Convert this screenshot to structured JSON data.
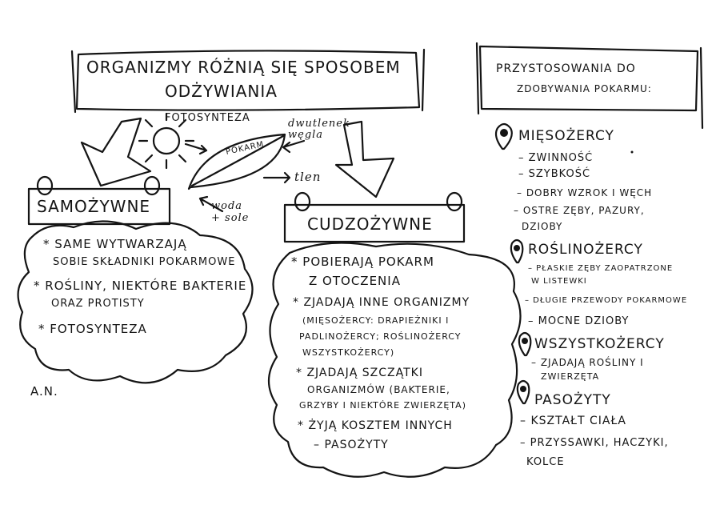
{
  "title_banner": {
    "line1": "ORGANIZMY RÓŻNIĄ SIĘ SPOSOBEM",
    "line2": "ODŻYWIANIA"
  },
  "leaf_area": {
    "photosynthesis": "FOTOSYNTEZA",
    "carbon": "dwutlenek węgla",
    "leaf_label": "POKARM",
    "oxygen": "tlen",
    "water": "woda + sole"
  },
  "autotrophs": {
    "title": "SAMOŻYWNE",
    "items": [
      "* SAME WYTWARZAJĄ",
      "SOBIE SKŁADNIKI POKARMOWE",
      "* ROŚLINY, NIEKTÓRE BAKTERIE",
      "ORAZ PROTISTY",
      "* FOTOSYNTEZA"
    ]
  },
  "heterotrophs": {
    "title": "CUDZOŻYWNE",
    "items": [
      "* POBIERAJĄ POKARM",
      "Z OTOCZENIA",
      "* ZJADAJĄ INNE ORGANIZMY",
      "(MIĘSOŻERCY: DRAPIEŻNIKI I",
      "PADLINOŻERCY; ROŚLINOŻERCY",
      "WSZYSTKOŻERCY)",
      "* ZJADAJĄ SZCZĄTKI",
      "ORGANIZMÓW (BAKTERIE,",
      "GRZYBY I NIEKTÓRE ZWIERZĘTA)",
      "* ŻYJĄ KOSZTEM INNYCH",
      "– PASOŻYTY"
    ]
  },
  "adaptations": {
    "title_line1": "PRZYSTOSOWANIA DO",
    "title_line2": "ZDOBYWANIA POKARMU:",
    "groups": [
      {
        "name": "MIĘSOŻERCY",
        "items": [
          "– ZWINNOŚĆ",
          "– SZYBKOŚĆ",
          "– DOBRY WZROK I WĘCH",
          "– OSTRE ZĘBY, PAZURY,",
          "DZIOBY"
        ]
      },
      {
        "name": "ROŚLINOŻERCY",
        "items": [
          "– PŁASKIE ZĘBY ZAOPATRZONE",
          "W LISTEWKI",
          "– DŁUGIE PRZEWODY POKARMOWE",
          "– MOCNE DZIOBY"
        ]
      },
      {
        "name": "WSZYSTKOŻERCY",
        "items": [
          "– ZJADAJĄ ROŚLINY I",
          "ZWIERZĘTA"
        ]
      },
      {
        "name": "PASOŻYTY",
        "items": [
          "– KSZTAŁT CIAŁA",
          "– PRZYSSAWKI, HACZYKI,",
          "KOLCE"
        ]
      }
    ]
  },
  "signature": "A.N."
}
